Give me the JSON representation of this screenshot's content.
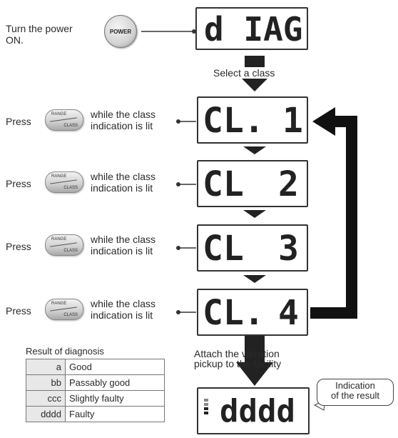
{
  "steps": {
    "power": {
      "text_line1": "Turn the power",
      "text_line2": "ON.",
      "button_label": "POWER",
      "display": "d IAG"
    },
    "select_class": "Select a class",
    "class_steps": [
      {
        "press": "Press",
        "note_line1": "while the class",
        "note_line2": "indication is lit",
        "button_top": "RANGE",
        "button_bottom": "CLASS",
        "display_left": "CL.",
        "display_right": "1"
      },
      {
        "press": "Press",
        "note_line1": "while the class",
        "note_line2": "indication is lit",
        "button_top": "RANGE",
        "button_bottom": "CLASS",
        "display_left": "CL",
        "display_right": "2"
      },
      {
        "press": "Press",
        "note_line1": "while the class",
        "note_line2": "indication is lit",
        "button_top": "RANGE",
        "button_bottom": "CLASS",
        "display_left": "CL",
        "display_right": "3"
      },
      {
        "press": "Press",
        "note_line1": "while the class",
        "note_line2": "indication is lit",
        "button_top": "RANGE",
        "button_bottom": "CLASS",
        "display_left": "CL.",
        "display_right": "4"
      }
    ],
    "attach_line1": "Attach the vibration",
    "attach_line2": "pickup to the facility",
    "result_display": "dddd",
    "result_callout_line1": "Indication",
    "result_callout_line2": "of the result"
  },
  "result_table": {
    "title": "Result of diagnosis",
    "rows": [
      {
        "code": "a",
        "meaning": "Good"
      },
      {
        "code": "bb",
        "meaning": "Passably good"
      },
      {
        "code": "ccc",
        "meaning": "Slightly faulty"
      },
      {
        "code": "dddd",
        "meaning": "Faulty"
      }
    ]
  }
}
